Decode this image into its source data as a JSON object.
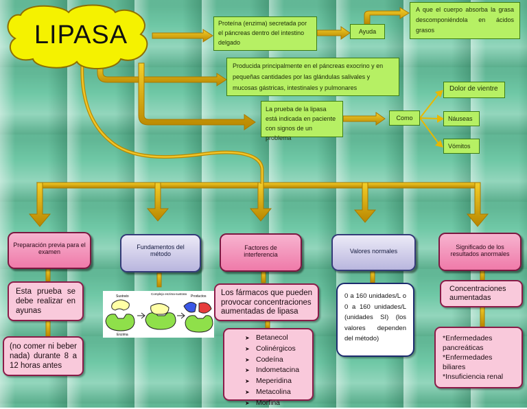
{
  "title": "LIPASA",
  "top": {
    "def": "Proteína (enzima) secretada por el páncreas dentro del intestino delgado",
    "ayuda": "Ayuda",
    "ayuda_text": "A que el cuerpo absorba la grasa descomponiéndola en ácidos grasos",
    "produced": "Producida principalmente en el páncreas exocrino y en pequeñas cantidades por las glándulas salivales y mucosas gástricas, intestinales y pulmonares",
    "test": "La prueba de la lipasa está indicada en paciente con signos de un problema",
    "como": "Como",
    "symptoms": [
      "Dolor de vientre",
      "Náuseas",
      "Vómitos"
    ]
  },
  "columns": [
    {
      "head": "Preparación previa para el examen",
      "items": [
        "Esta prueba se debe realizar en ayunas",
        "(no comer ni beber nada) durante 8 a 12 horas antes"
      ]
    },
    {
      "head": "Fundamentos del método",
      "figure_labels": {
        "substrate": "Sustrato",
        "complex": "Complejo enzima-sustrato",
        "products": "Productos",
        "enzyme": "Enzima"
      }
    },
    {
      "head": "Factores de interferencia",
      "text": "Los fármacos que pueden provocar concentraciones aumentadas de lipasa",
      "drugs": [
        "Betanecol",
        "Colinérgicos",
        "Codeína",
        "Indometacina",
        "Meperidina",
        "Metacolina",
        "Morfina"
      ]
    },
    {
      "head": "Valores normales",
      "text": "0 a 160 unidades/L o 0 a 160 unidades/L (unidades SI) (los valores dependen del método)"
    },
    {
      "head": "Significado de los resultados anormales",
      "text": "Concentraciones aumentadas",
      "items": [
        "*Enfermedades pancreáticas",
        "*Enfermedades biliares",
        "*Insuficiencia renal"
      ]
    }
  ],
  "colors": {
    "arrow": "#d6a500",
    "green_box": "#b6f064",
    "pink": "#f9c9db",
    "cloud": "#f4f000"
  }
}
